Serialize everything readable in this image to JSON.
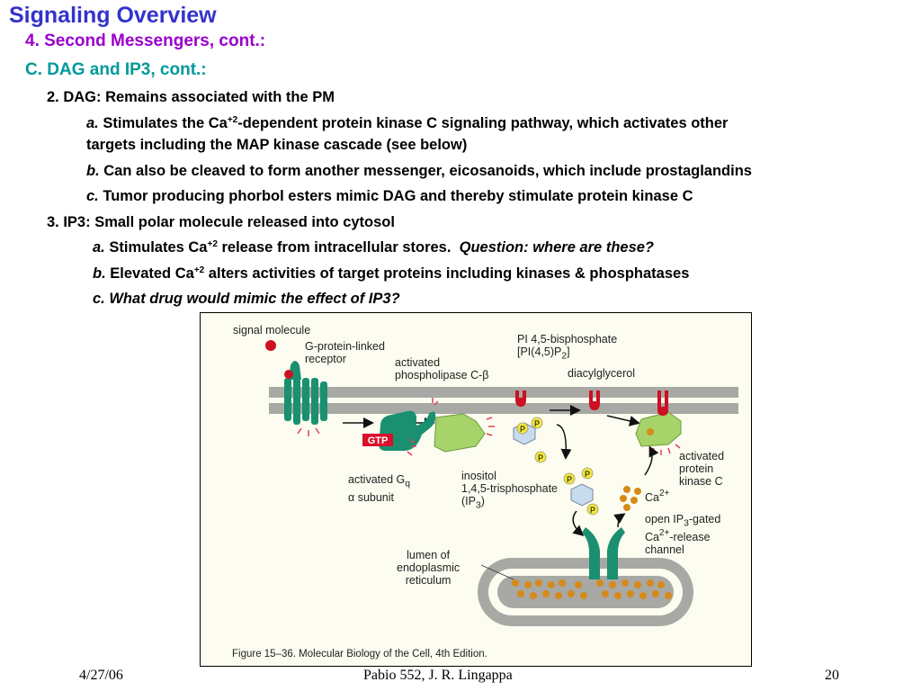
{
  "slide": {
    "title": "Signaling Overview",
    "heading1": "4.  Second Messengers, cont.:",
    "heading2": "C.  DAG and IP3, cont.:",
    "item2": "2.  DAG:  Remains associated with the PM",
    "item2a_marker": "a.",
    "item2a_text1": "Stimulates the Ca",
    "item2a_sup": "+2",
    "item2a_text2": "-dependent protein kinase C signaling pathway, which activates other",
    "item2a_line2": "targets including the MAP kinase cascade (see below)",
    "item2b_marker": "b.",
    "item2b_text": "Can also be cleaved to form another messenger, eicosanoids, which include prostaglandins",
    "item2c_marker": "c.",
    "item2c_text": "Tumor producing phorbol esters mimic DAG and thereby stimulate protein kinase C",
    "item3": "3.  IP3:  Small polar molecule released into cytosol",
    "item3a_marker": "a.",
    "item3a_text1": "Stimulates Ca",
    "item3a_sup": "+2",
    "item3a_text2": " release from intracellular stores.",
    "item3a_question": "Question: where are these?",
    "item3b_marker": "b.",
    "item3b_text1": "Elevated Ca",
    "item3b_sup": "+2",
    "item3b_text2": " alters activities of target proteins including kinases & phosphatases",
    "item3c_marker": "c.",
    "item3c_text": "What drug would mimic the effect of IP3?"
  },
  "figure": {
    "signal_molecule": "signal molecule",
    "receptor_line1": "G-protein-linked",
    "receptor_line2": "receptor",
    "plc_line1": "activated",
    "plc_line2": "phospholipase C-β",
    "pip2_line1": "PI 4,5-bisphosphate",
    "pip2_line2": "[PI(4,5)P",
    "pip2_sub": "2",
    "pip2_end": "]",
    "dag": "diacylglycerol",
    "gtp": "GTP",
    "galpha_line1": "activated G",
    "galpha_sub": "q",
    "galpha_line2": "α subunit",
    "ip3_line1": "inositol",
    "ip3_line2": "1,4,5-trisphosphate",
    "ip3_line3": "(IP",
    "ip3_sub": "3",
    "ip3_end": ")",
    "pkc_line1": "activated",
    "pkc_line2": "protein",
    "pkc_line3": "kinase C",
    "ca": "Ca",
    "ca_sup": "2+",
    "channel_line1a": "open IP",
    "channel_sub": "3",
    "channel_line1b": "-gated",
    "channel_line2a": "Ca",
    "channel_sup": "2+",
    "channel_line2b": "-release",
    "channel_line3": "channel",
    "er_line1": "lumen of",
    "er_line2": "endoplasmic",
    "er_line3": "reticulum",
    "p": "P",
    "caption": "Figure 15–36. Molecular Biology of the Cell, 4th Edition."
  },
  "footer": {
    "date": "4/27/06",
    "course": "Pabio 552,  J. R. Lingappa",
    "page": "20"
  },
  "colors": {
    "title": "#3333cc",
    "heading_purple": "#9900cc",
    "heading_teal": "#009999",
    "membrane": "#a8a8a4",
    "receptor": "#1a9070",
    "enzyme": "#a6d46a",
    "signal": "#cc1122",
    "phosphate": "#f2e640",
    "calcium": "#d68a1a"
  }
}
